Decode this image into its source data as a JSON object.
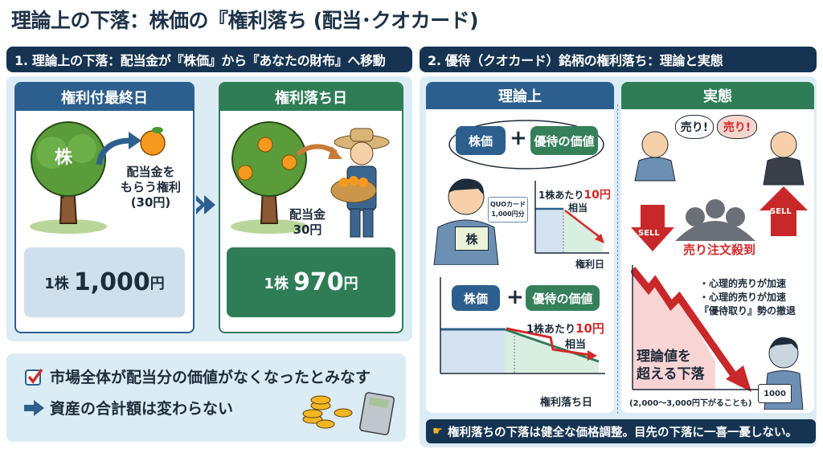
{
  "title": "理論上の下落：株価の『権利落ち (配当･クオカード)",
  "section1": {
    "header": "1. 理論上の下落：配当金が『株価』から『あなたの財布』へ移動",
    "before": {
      "heading": "権利付最終日",
      "tree_label": "株",
      "caption_line1": "配当金を",
      "caption_line2": "もらう権利",
      "caption_line3": "(30円)",
      "price_prefix": "1株",
      "price_value": "1,000",
      "price_unit": "円"
    },
    "after": {
      "heading": "権利落ち日",
      "caption_line1": "配当金",
      "caption_line2": "30円",
      "price_prefix": "1株",
      "price_value": "970",
      "price_unit": "円"
    },
    "summary": {
      "item1": "市場全体が配当分の価値がなくなったとみなす",
      "item2": "資産の合計額は変わらない"
    }
  },
  "section2": {
    "header": "2. 優待（クオカード）銘柄の権利落ち：理論と実態",
    "theory": {
      "heading": "理論上",
      "thought_stock": "株価",
      "thought_plus": "+",
      "thought_benefit": "優待の価値",
      "card_line1": "QUOカード",
      "card_line2": "1,000円分",
      "held_label": "株",
      "chart1_note_prefix": "1株あたり",
      "chart1_note_amount": "10円",
      "chart1_note_suffix": "相当",
      "chart1_xlabel": "権利日",
      "chart2_stock": "株価",
      "chart2_plus": "+",
      "chart2_benefit": "優待の価値",
      "chart2_note_prefix": "1株あたり",
      "chart2_note_amount": "10円",
      "chart2_note_suffix": "相当",
      "chart2_xlabel": "権利落ち日"
    },
    "reality": {
      "heading": "実態",
      "shout1": "売り!",
      "shout2": "売り!",
      "sell_left": "SELL",
      "sell_right": "SELL",
      "rush_label": "売り注文殺到",
      "bullet1": "・心理的売りが加速",
      "bullet2": "・心理的売りが加速",
      "bullet3": "『優待取り』勢の撤退",
      "drop_line1": "理論値を",
      "drop_line2": "超える下落",
      "drop_note": "(2,000〜3,000円下がることも)",
      "sign_value": "1000"
    },
    "tip": "権利落ちの下落は健全な価格調整。目先の下落に一喜一憂しない。"
  },
  "colors": {
    "navy": "#163452",
    "blue": "#2c5f8e",
    "green": "#2f7d57",
    "panel": "#dcecf5",
    "red": "#d32a2a",
    "orange": "#f08a1c"
  }
}
